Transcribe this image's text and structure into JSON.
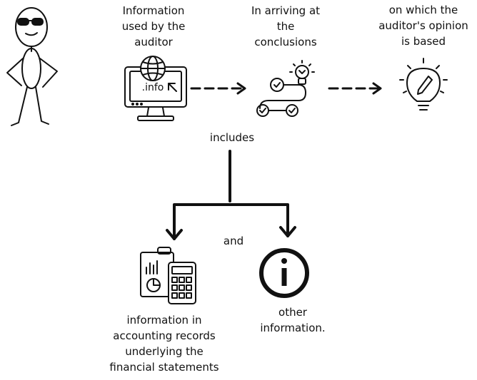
{
  "labels": {
    "info_used": "Information\nused by the\nauditor",
    "arriving": "In arriving at\nthe\nconclusions",
    "opinion": "on which the\nauditor's opinion\nis based",
    "includes": "includes",
    "and": "and",
    "accounting": "information in\naccounting records\nunderlying the\nfinancial statements",
    "other": "other\ninformation.",
    "info_badge": ".info"
  },
  "icons": [
    "stick-figure-with-sunglasses",
    "computer-globe-icon",
    "process-path-icon",
    "lightbulb-icon",
    "pencil-lightbulb-icon",
    "clipboard-calculator-icon",
    "info-circle-icon"
  ],
  "colors": {
    "ink": "#111111",
    "background": "#ffffff"
  }
}
